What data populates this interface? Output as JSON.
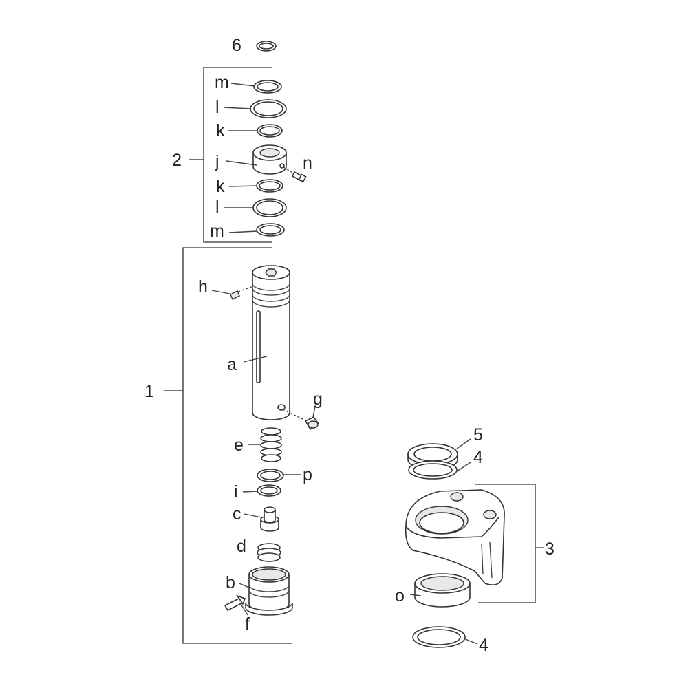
{
  "labels": {
    "group_1": "1",
    "group_2": "2",
    "group_3": "3",
    "ring_6": "6",
    "ring_5": "5",
    "ring_4_upper": "4",
    "ring_4_lower": "4",
    "a": "a",
    "b": "b",
    "c": "c",
    "d": "d",
    "e": "e",
    "f": "f",
    "g": "g",
    "h": "h",
    "i": "i",
    "j": "j",
    "k_upper": "k",
    "k_lower": "k",
    "l_upper": "l",
    "l_lower": "l",
    "m_upper": "m",
    "m_lower": "m",
    "n": "n",
    "o": "o",
    "p": "p"
  }
}
